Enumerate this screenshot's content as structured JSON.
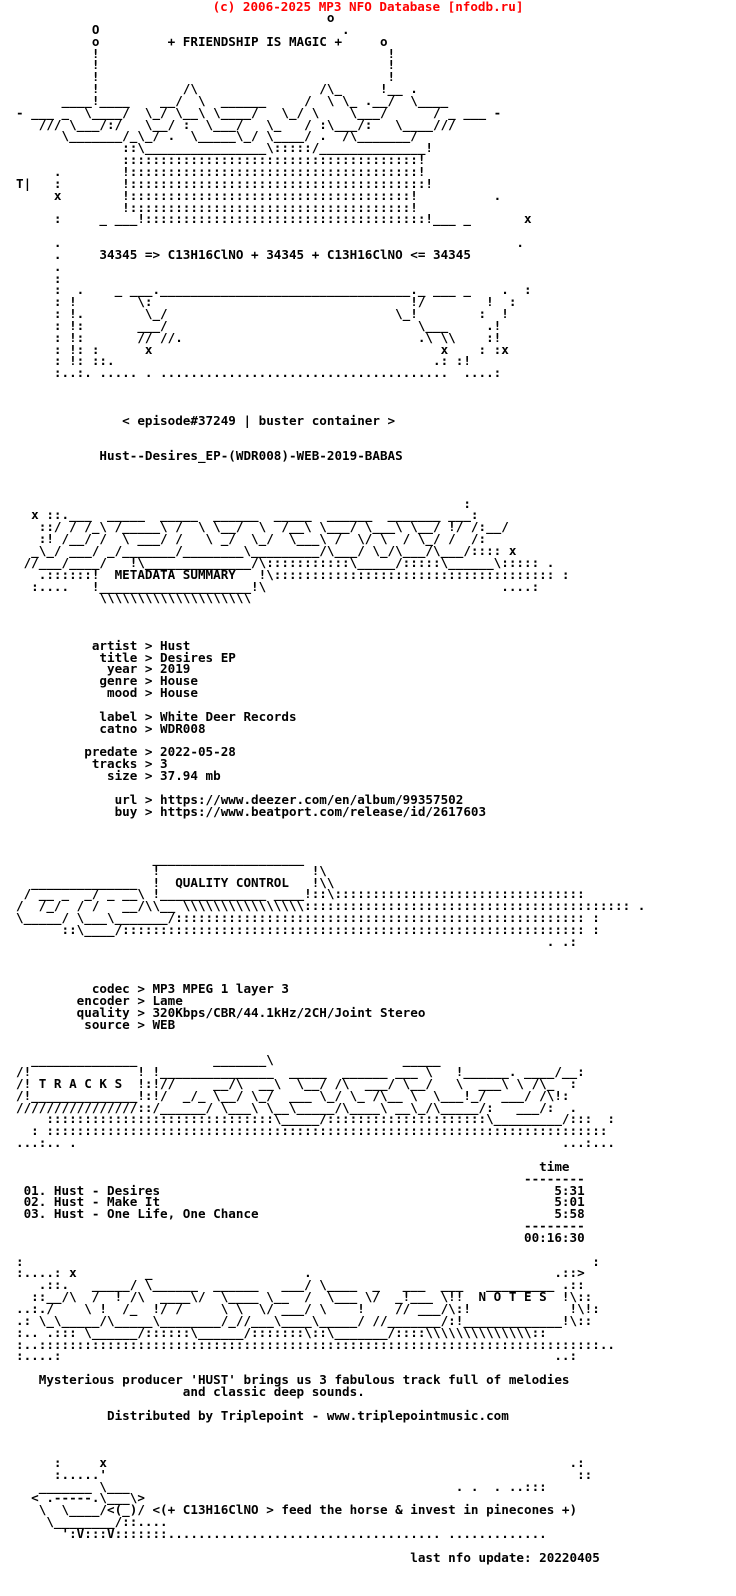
{
  "header": {
    "text": "(c) 2006-2025 MP3 NFO Database [nfodb.ru]",
    "color": "#ff0000"
  },
  "nfo": {
    "lines": [
      "                                         o",
      "          O                                .",
      "          o         + FRIENDSHIP IS MAGIC +     o",
      "          !                                      !",
      "          !                                      !",
      "          !                                      !",
      "          !           /\\                /\\_     !__ .",
      "      ____!____    __/  \\  ______     /  \\ \\_ .__/  \\____",
      "- ___ _  \\____/  \\_/ \\__\\ \\____/   \\_/ \\    \\___/      / _ ___ -",
      "   /// \\___/:/   \\__/ :  \\___/   \\_   / :\\___/:   \\____///",
      "      \\_______/_\\_/ .  \\_____\\_/ \\____/ .  /\\_______/",
      "              ::\\________________\\:::::/______________!",
      "              :::::::::::::::::::::::::::::::::::::::!",
      "     .        !::::::::::::::::::::::::::::::::::::::!",
      "T|   :        !:::::::::::::::::::::::::::::::::::::::!",
      "     x        !:::::::::::::::::::::::::::::::::::::!          .",
      "              !:::::::::::::::::::::::::::::::::::::!",
      "     :     _ ___!:::::::::::::::::::::::::::::::::::::!___ _       x",
      "",
      "     .                                                            .",
      "     .     34345 => C13H16ClNO + 34345 + C13H16ClNO <= 34345",
      "     .",
      "     :",
      "     :  .    _ ___._________________________________._ ___ _    .  :",
      "     : !        \\:                                  !/        !  :",
      "     : !.        \\_/                              \\_!        :  !",
      "     : !:       ___/                                 \\___     .!",
      "     : !:       // //.                               .\\ \\\\    :!",
      "     : !: :      x                                      x    : :x",
      "     : !: ::.                                          .: :!",
      "     :..:. ..... . ......................................  ....:",
      "",
      "",
      "",
      "              < episode#37249 | buster container >",
      "",
      "",
      "           Hust--Desires_EP-(WDR008)-WEB-2019-BABAS",
      "",
      "",
      "",
      "                                                           :",
      "  x ::.___  _____  _____  ______  _____  ______  _______ ___:",
      "   ::/ / /_\\ /_____\\ /  \\ \\__/  \\  /__\\ \\___/ \\___\\ \\__/ !/ /:__/",
      "   :! /__/ /  \\ ___/ /   \\ _/  \\_/  \\___\\ /  \\/ \\  / \\_/ /  /:",
      "  _\\_/ ___/ _/_______/________\\_________/\\___/ \\_/\\___/\\___/:::: x",
      " //___/____/   !\\______________/\\:::::::::::\\_____/:::::\\______\\::::: .",
      "   .::::::!  METADATA SUMMARY   !\\::::::::::::::::::::::::::::::::::::: :",
      "  :....   !____________________!\\                               ....:",
      "           \\\\\\\\\\\\\\\\\\\\\\\\\\\\\\\\\\\\\\\\",
      "",
      "",
      "",
      "          artist > Hust",
      "           title > Desires EP",
      "            year > 2019",
      "           genre > House",
      "            mood > House",
      "",
      "           label > White Deer Records",
      "           catno > WDR008",
      "",
      "         predate > 2022-05-28",
      "          tracks > 3",
      "            size > 37.94 mb",
      "",
      "             url > https://www.deezer.com/en/album/99357502",
      "             buy > https://www.beatport.com/release/id/2617603",
      "",
      "",
      "",
      "                  ____________________",
      "                  !                    !\\",
      "  ______________  !  QUALITY CONTROL   !\\\\",
      " / __ _  _/ _ __\\ !______________ ____!::\\:::::::::::::::::::::::::::::::::",
      "/  /_/  / /   __/\\\\__ \\\\\\\\\\\\\\\\\\\\\\\\\\\\\\\\::::::::::::::::::::::::::::::::::::::::::: .",
      "\\_____/ \\___\\_______/:::::::::::::::::::::::::::::::::::::::::::::::::::::: :",
      "      ::\\____/::::::::::::::::::::::::::::::::::::::::::::::::::::::::::::: :",
      "                                                                      . .:",
      "",
      "",
      "",
      "          codec > MP3 MPEG 1 layer 3",
      "        encoder > Lame",
      "        quality > 320Kbps/CBR/44.1kHz/2CH/Joint Stereo",
      "         source > WEB",
      "",
      "",
      "  ______________          _______\\                 _____",
      "/!              ! !_______________  _____  ______ ___ \\   !______. ____/__:",
      "/! T R A C K S  !:!//     __/\\  __\\  \\__/ /\\  ___/ \\__/   \\  ___\\ \\ /\\_  :",
      "/!______________!:!/  _/_ \\__/ \\_/  ___ \\_/ \\_ /\\__ \\  \\___!_/  ___/ /\\!:",
      "////////////////::/______/ \\___\\ \\__\\_____/\\____\\ __\\_/\\_____/:   ___/:  .",
      "    ::::::::::::::::::::::::::::::\\_____/:::::::::::::::::::::\\_________/:::  :",
      "  : ::::::::::::::::::::::::::::::::::::::::::::::::::::::::::::::::::::::::::",
      "...:.. .                                                                ...:...",
      "",
      "                                                                     time",
      "                                                                   --------",
      " 01. Hust - Desires                                                    5:31",
      " 02. Hust - Make It                                                    5:01",
      " 03. Hust - One Life, One Chance                                       5:58",
      "                                                                   --------",
      "                                                                   00:16:30",
      "",
      ":                                                                           :",
      ":....: x         _                    .                                .::>",
      "   .::.   _____/ \\______  ______   ___/ \\____  _   ___  ___   _________ .::",
      "  ::__/\\  /  ! /\\  ____\\/  \\____ \\__  /  \\___ \\/  _!___ \\!!  N O T E S  !\\::",
      "..:./    \\ !  /_  !/ /     \\ \\  \\/ ___/ \\    !    // ___/\\:!             !\\!:",
      ".: \\_\\_____/\\_____\\________/_//___\\____\\_____/ //_______/:!_____________!\\::",
      ":.. .::: \\______/::::::\\______/:::::::\\::\\_______/::::\\\\\\\\\\\\\\\\\\\\\\\\\\\\::",
      ":..::::::::::::::::::::::::::::::::::::::::::::::::::::::::::::::::::::::::::..",
      ":....:                                                                 ..:",
      "",
      "   Mysterious producer 'HUST' brings us 3 fabulous track full of melodies",
      "                      and classic deep sounds.",
      "",
      "            Distributed by Triplepoint - www.triplepointmusic.com",
      "",
      "",
      "",
      "     :     x                                                             .:",
      "     :.....'                                                              ::",
      "   _______ \\___                                           . .  . ..:::",
      "  < .-----.\\___\\>",
      "   \\  \\____/<(_)/ <(+ C13H16ClNO > feed the horse & invest in pinecones +)",
      "    \\________/::....",
      "      ':V:::V:::::::.................................... .............",
      "",
      "                                                    last nfo update: 20220405"
    ]
  }
}
